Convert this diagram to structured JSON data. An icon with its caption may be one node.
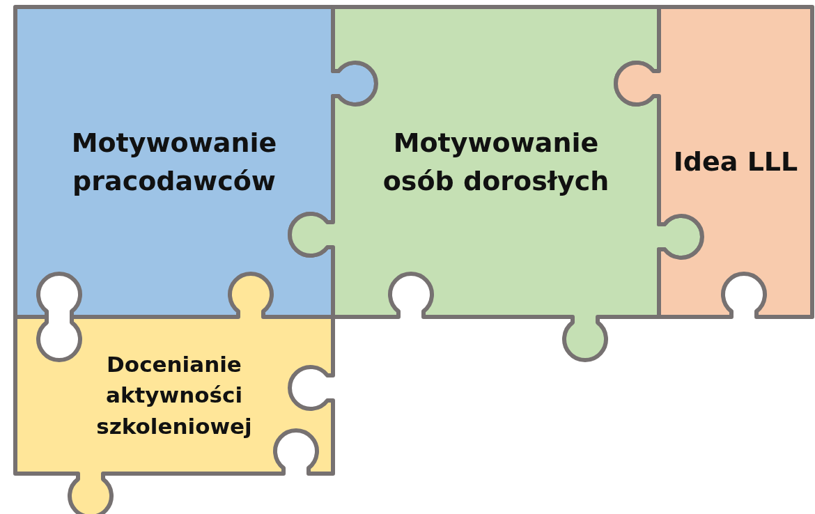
{
  "diagram": {
    "nodes": [
      {
        "text": [
          "Motywowanie pracodawców"
        ]
      },
      {
        "text": [
          "Motywowanie osób dorosłych"
        ]
      },
      {
        "text": [
          "Idea LLL"
        ]
      },
      {
        "text": [
          "Docenianie aktywności szkoleniowej"
        ]
      }
    ]
  }
}
